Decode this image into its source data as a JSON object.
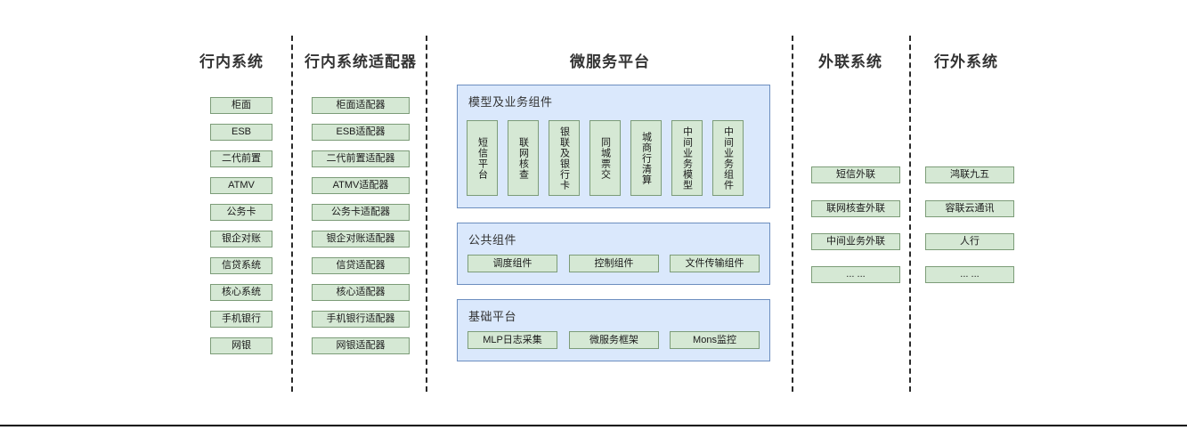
{
  "diagram": {
    "columns": [
      {
        "id": "in-bank-systems",
        "title": "行内系统",
        "items": [
          "柜面",
          "ESB",
          "二代前置",
          "ATMV",
          "公务卡",
          "银企对账",
          "信贷系统",
          "核心系统",
          "手机银行",
          "网银"
        ]
      },
      {
        "id": "in-bank-adapters",
        "title": "行内系统适配器",
        "items": [
          "柜面适配器",
          "ESB适配器",
          "二代前置适配器",
          "ATMV适配器",
          "公务卡适配器",
          "银企对账适配器",
          "信贷适配器",
          "核心适配器",
          "手机银行适配器",
          "网银适配器"
        ]
      },
      {
        "id": "microservice-platform",
        "title": "微服务平台"
      },
      {
        "id": "external-link-systems",
        "title": "外联系统",
        "items": [
          "短信外联",
          "联网核查外联",
          "中间业务外联",
          "... ..."
        ]
      },
      {
        "id": "out-of-bank-systems",
        "title": "行外系统",
        "items": [
          "鸿联九五",
          "容联云通讯",
          "人行",
          "... ..."
        ]
      }
    ],
    "platform_groups": [
      {
        "id": "model-business-components",
        "title": "模型及业务组件",
        "orientation": "vertical",
        "items": [
          "短信平台",
          "联网核查",
          "银联及银行卡",
          "同城票交",
          "城商行清算",
          "中间业务模型",
          "中间业务组件"
        ]
      },
      {
        "id": "public-components",
        "title": "公共组件",
        "orientation": "horizontal",
        "items": [
          "调度组件",
          "控制组件",
          "文件传输组件"
        ]
      },
      {
        "id": "base-platform",
        "title": "基础平台",
        "orientation": "horizontal",
        "items": [
          "MLP日志采集",
          "微服务框架",
          "Mons监控"
        ]
      }
    ],
    "colors": {
      "node_fill": "#d5e8d4",
      "node_border": "#7c9c78",
      "panel_fill": "#dae8fc",
      "panel_border": "#6c8ebf",
      "divider": "#2b2b2b",
      "title_text": "#333333"
    }
  }
}
